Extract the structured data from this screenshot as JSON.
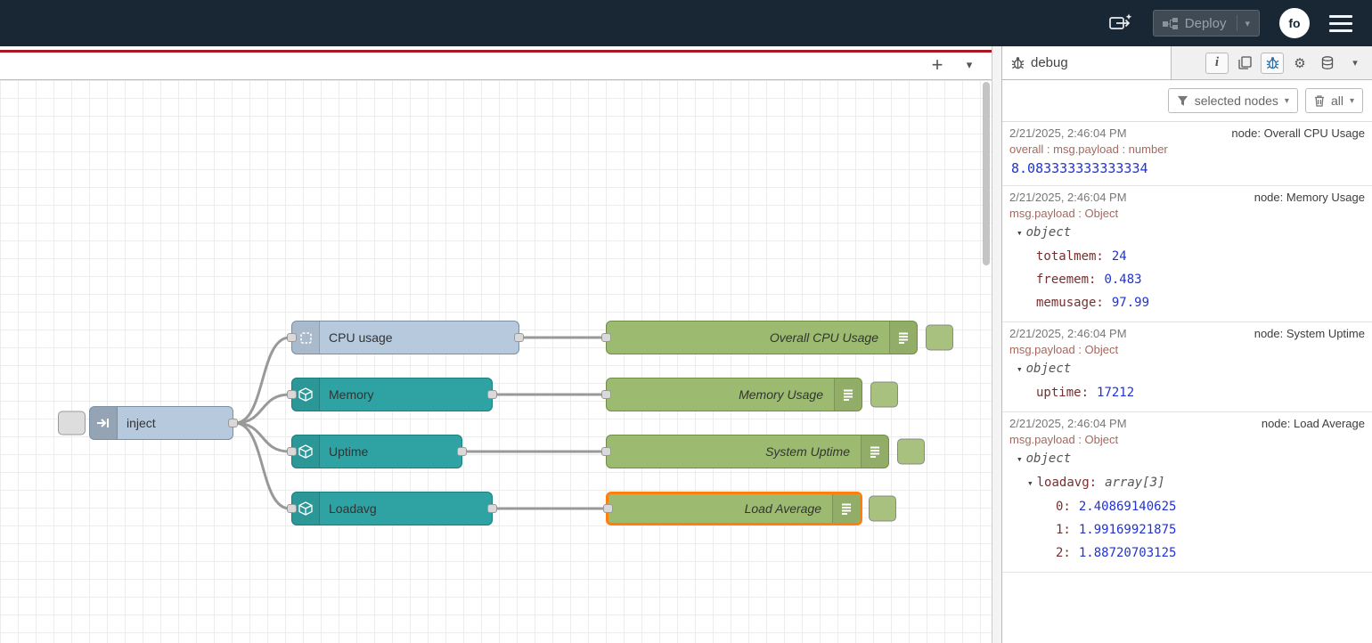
{
  "colors": {
    "header_bg": "#192734",
    "accent_red": "#ad1625",
    "selection_orange": "#ff7f0e",
    "node_blue": "#b6c9dd",
    "node_teal": "#2fa3a3",
    "node_green": "#9dbb70",
    "wire_gray": "#999999",
    "debug_key": "#792e2e",
    "debug_number": "#2133d2",
    "debug_path": "#a5695f"
  },
  "header": {
    "deploy_label": "Deploy",
    "user_initials": "fo"
  },
  "icons": {
    "plus": "+",
    "chevron_down": "▾",
    "gear": "⚙",
    "info": "i"
  },
  "workspace": {
    "nodes": {
      "inject": {
        "label": "inject"
      },
      "cpu": {
        "label": "CPU usage"
      },
      "memory": {
        "label": "Memory"
      },
      "uptime": {
        "label": "Uptime"
      },
      "loadavg": {
        "label": "Loadavg"
      },
      "debug_cpu": {
        "label": "Overall CPU Usage"
      },
      "debug_mem": {
        "label": "Memory Usage"
      },
      "debug_uptime": {
        "label": "System Uptime"
      },
      "debug_load": {
        "label": "Load Average"
      }
    }
  },
  "sidebar": {
    "tab_label": "debug",
    "filter_label": "selected nodes",
    "clear_label": "all",
    "messages": [
      {
        "timestamp": "2/21/2025, 2:46:04 PM",
        "node": "node: Overall CPU Usage",
        "path": "overall : msg.payload : number",
        "value": "8.083333333333334"
      },
      {
        "timestamp": "2/21/2025, 2:46:04 PM",
        "node": "node: Memory Usage",
        "path": "msg.payload : Object",
        "tree_label": "object",
        "rows": [
          {
            "key": "totalmem:",
            "value": "24"
          },
          {
            "key": "freemem:",
            "value": "0.483"
          },
          {
            "key": "memusage:",
            "value": "97.99"
          }
        ]
      },
      {
        "timestamp": "2/21/2025, 2:46:04 PM",
        "node": "node: System Uptime",
        "path": "msg.payload : Object",
        "tree_label": "object",
        "rows": [
          {
            "key": "uptime:",
            "value": "17212"
          }
        ]
      },
      {
        "timestamp": "2/21/2025, 2:46:04 PM",
        "node": "node: Load Average",
        "path": "msg.payload : Object",
        "tree_label": "object",
        "sub_key": "loadavg:",
        "sub_type": "array[3]",
        "rows": [
          {
            "key": "0:",
            "value": "2.40869140625"
          },
          {
            "key": "1:",
            "value": "1.99169921875"
          },
          {
            "key": "2:",
            "value": "1.88720703125"
          }
        ]
      }
    ]
  }
}
